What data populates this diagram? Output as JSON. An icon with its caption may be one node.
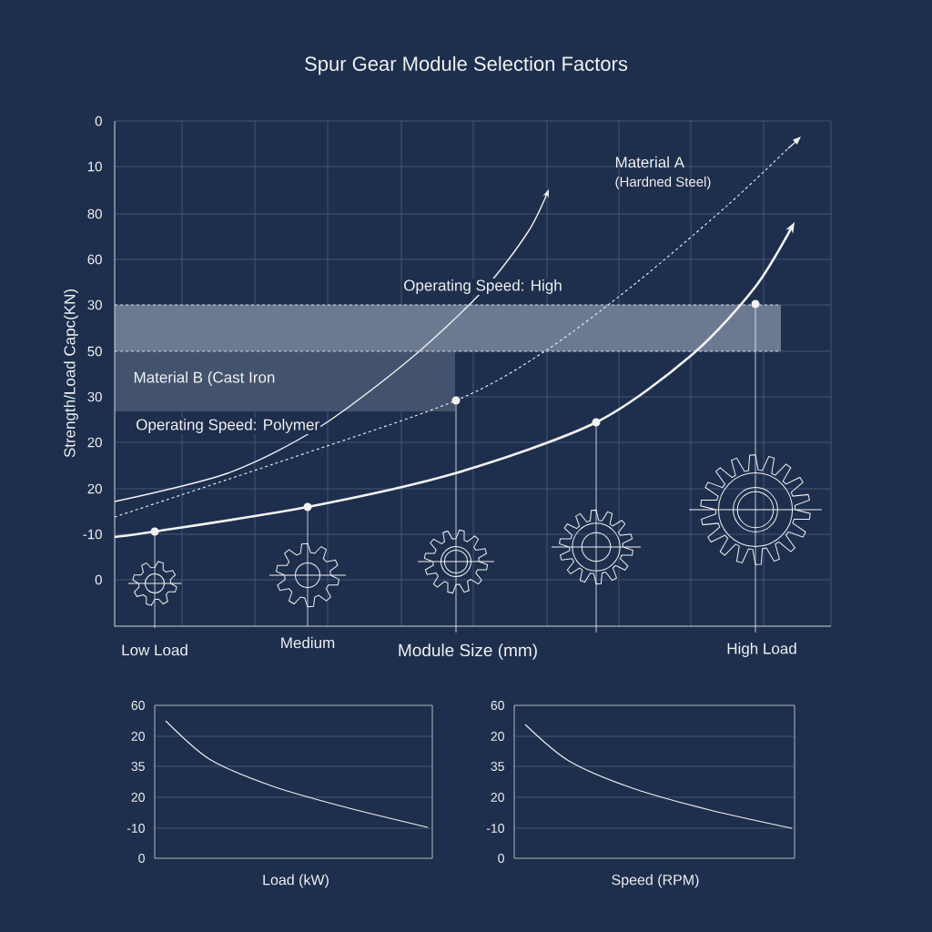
{
  "diagram": {
    "title": "Spur Gear Module Selection Factors",
    "labels": [
      "0",
      "10",
      "80",
      "60",
      "30",
      "50",
      "30",
      "20",
      "20",
      "-10",
      "0",
      "Strength/Load Capc(KN)",
      "Material A",
      "(Hardned Steel)",
      "Operating Speed: High",
      "Material B (Cast Iron",
      "Operating Speed: Polymer",
      "Low Load",
      "Medium",
      "Module Size (mm)",
      "High Load",
      "60",
      "20",
      "35",
      "20",
      "-10",
      "0",
      "Load (kW)",
      "60",
      "20",
      "35",
      "20",
      "-10",
      "0",
      "Speed (RPM)"
    ]
  }
}
